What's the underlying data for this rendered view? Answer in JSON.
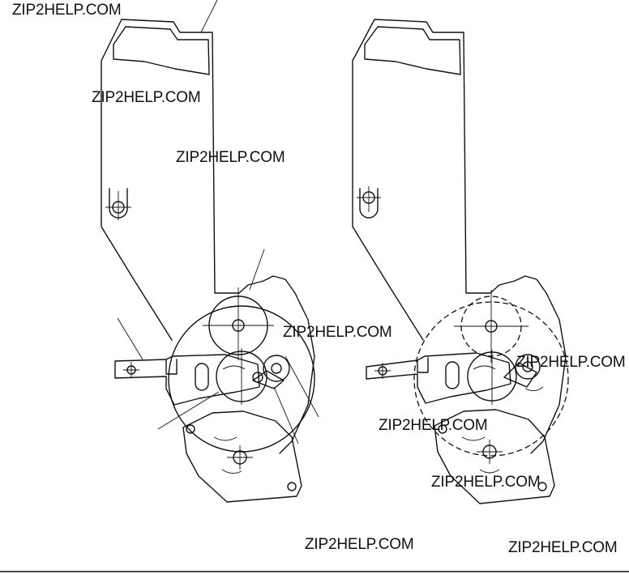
{
  "watermarks": [
    "ZIP2HELP.COM",
    "ZIP2HELP.COM",
    "ZIP2HELP.COM",
    "ZIP2HELP.COM",
    "ZIP2HELP.COM",
    "ZIP2HELP.COM",
    "ZIP2HELP.COM",
    "ZIP2HELP.COM",
    "ZIP2HELP.COM"
  ],
  "colors": {
    "line": "#111111",
    "background": "#ffffff"
  }
}
